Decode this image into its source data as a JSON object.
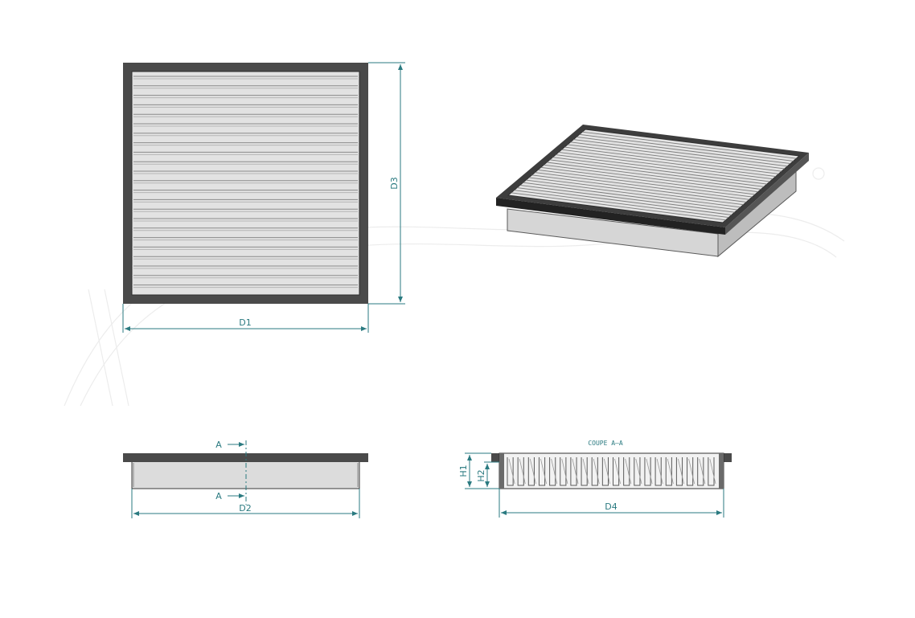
{
  "dimensions": {
    "d1": "D1",
    "d2": "D2",
    "d3": "D3",
    "d4": "D4",
    "h1": "H1",
    "h2": "H2"
  },
  "section": {
    "marker_top": "A",
    "marker_bottom": "A",
    "title": "COUPE A–A"
  },
  "colors": {
    "frame": "#4a4a4a",
    "frame_dark": "#2f2f2f",
    "media": "#e2e2e2",
    "media_line": "#8a8a8a",
    "dimension": "#2a7a80",
    "side_panel": "#dcdcdc"
  }
}
